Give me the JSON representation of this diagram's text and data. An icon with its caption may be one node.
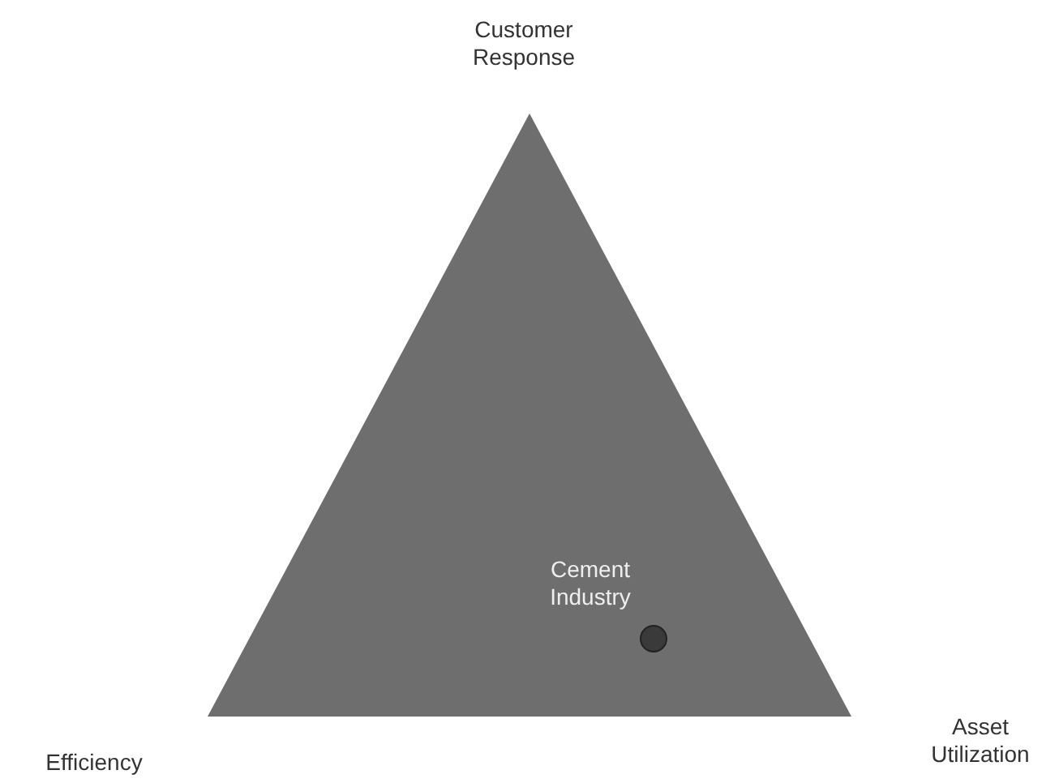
{
  "diagram": {
    "nodes": [
      {
        "text": [],
        "shape": "triangle"
      },
      {
        "text": [],
        "shape": "circle",
        "in": 0,
        "beside": [
          "Cement Industry"
        ]
      }
    ],
    "labels": [
      "Customer Response",
      "Efficiency",
      "Asset Utilization"
    ]
  }
}
